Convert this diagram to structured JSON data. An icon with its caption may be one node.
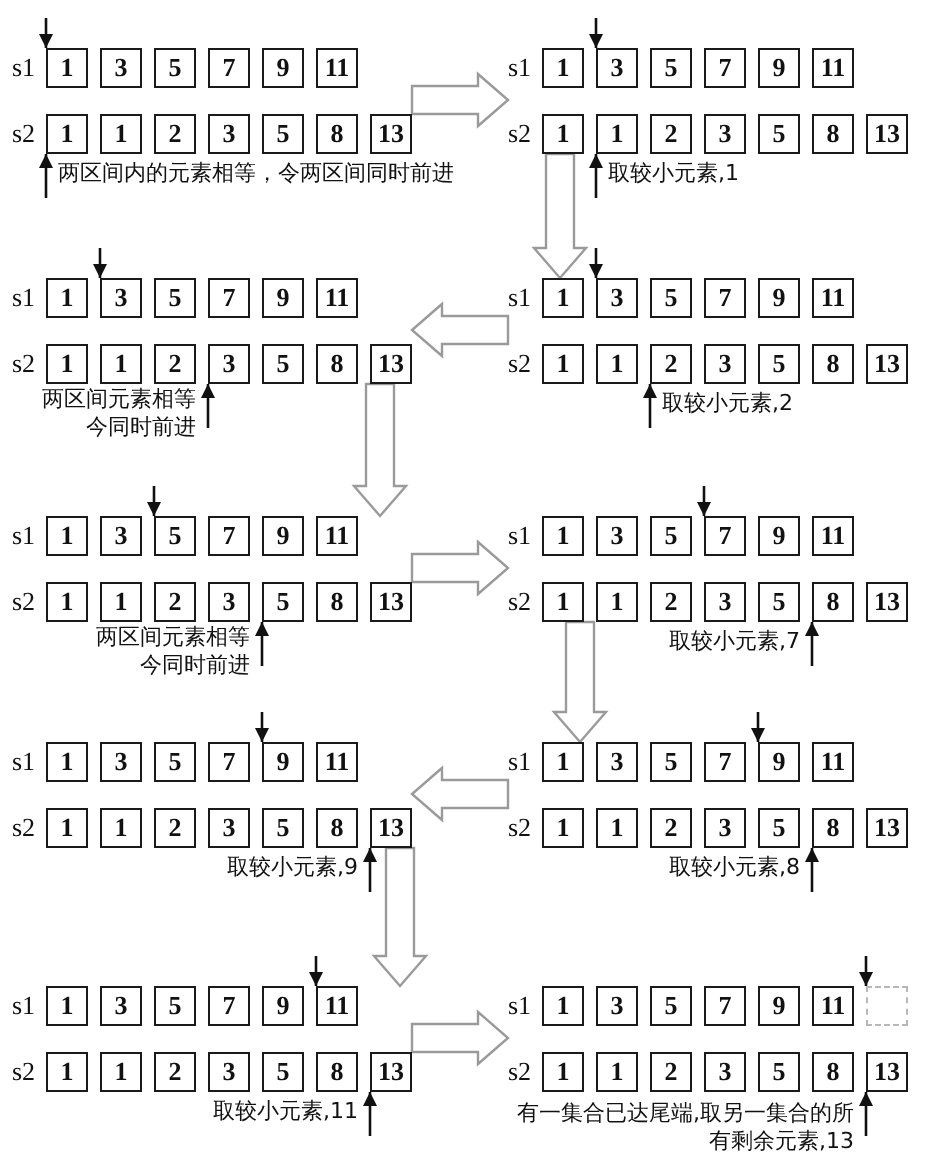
{
  "diagram": {
    "nodes": [
      {
        "text": [
          "两区间内的元素相等，令两区间同时前进"
        ]
      },
      {
        "text": [
          "s1"
        ],
        "in": 0
      },
      {
        "text": [
          "1"
        ],
        "in": 1
      },
      {
        "text": [
          "3"
        ],
        "in": 1
      },
      {
        "text": [
          "5"
        ],
        "in": 1
      },
      {
        "text": [
          "7"
        ],
        "in": 1
      },
      {
        "text": [
          "9"
        ],
        "in": 1
      },
      {
        "text": [
          "11"
        ],
        "in": 1
      },
      {
        "text": [
          "s2"
        ],
        "in": 0
      },
      {
        "text": [
          "1"
        ],
        "in": 8
      },
      {
        "text": [
          "1"
        ],
        "in": 8
      },
      {
        "text": [
          "2"
        ],
        "in": 8
      },
      {
        "text": [
          "3"
        ],
        "in": 8
      },
      {
        "text": [
          "5"
        ],
        "in": 8
      },
      {
        "text": [
          "8"
        ],
        "in": 8
      },
      {
        "text": [
          "13"
        ],
        "in": 8
      },
      {
        "text": [
          "取较小元素,1"
        ]
      },
      {
        "text": [
          "s1"
        ],
        "in": 16
      },
      {
        "text": [
          "1"
        ],
        "in": 17
      },
      {
        "text": [
          "3"
        ],
        "in": 17
      },
      {
        "text": [
          "5"
        ],
        "in": 17
      },
      {
        "text": [
          "7"
        ],
        "in": 17
      },
      {
        "text": [
          "9"
        ],
        "in": 17
      },
      {
        "text": [
          "11"
        ],
        "in": 17
      },
      {
        "text": [
          "s2"
        ],
        "in": 16
      },
      {
        "text": [
          "1"
        ],
        "in": 24
      },
      {
        "text": [
          "1"
        ],
        "in": 24
      },
      {
        "text": [
          "2"
        ],
        "in": 24
      },
      {
        "text": [
          "3"
        ],
        "in": 24
      },
      {
        "text": [
          "5"
        ],
        "in": 24
      },
      {
        "text": [
          "8"
        ],
        "in": 24
      },
      {
        "text": [
          "13"
        ],
        "in": 24
      },
      {
        "text": [
          "两区间元素相等今同时前进"
        ]
      },
      {
        "text": [
          "s1"
        ],
        "in": 32
      },
      {
        "text": [
          "1"
        ],
        "in": 33
      },
      {
        "text": [
          "3"
        ],
        "in": 33
      },
      {
        "text": [
          "5"
        ],
        "in": 33
      },
      {
        "text": [
          "7"
        ],
        "in": 33
      },
      {
        "text": [
          "9"
        ],
        "in": 33
      },
      {
        "text": [
          "11"
        ],
        "in": 33
      },
      {
        "text": [
          "s2"
        ],
        "in": 32
      },
      {
        "text": [
          "1"
        ],
        "in": 40
      },
      {
        "text": [
          "1"
        ],
        "in": 40
      },
      {
        "text": [
          "2"
        ],
        "in": 40
      },
      {
        "text": [
          "3"
        ],
        "in": 40
      },
      {
        "text": [
          "5"
        ],
        "in": 40
      },
      {
        "text": [
          "8"
        ],
        "in": 40
      },
      {
        "text": [
          "13"
        ],
        "in": 40
      },
      {
        "text": [
          "取较小元素,2"
        ]
      },
      {
        "text": [
          "s1"
        ],
        "in": 48
      },
      {
        "text": [
          "1"
        ],
        "in": 49
      },
      {
        "text": [
          "3"
        ],
        "in": 49
      },
      {
        "text": [
          "5"
        ],
        "in": 49
      },
      {
        "text": [
          "7"
        ],
        "in": 49
      },
      {
        "text": [
          "9"
        ],
        "in": 49
      },
      {
        "text": [
          "11"
        ],
        "in": 49
      },
      {
        "text": [
          "s2"
        ],
        "in": 48
      },
      {
        "text": [
          "1"
        ],
        "in": 56
      },
      {
        "text": [
          "1"
        ],
        "in": 56
      },
      {
        "text": [
          "2"
        ],
        "in": 56
      },
      {
        "text": [
          "3"
        ],
        "in": 56
      },
      {
        "text": [
          "5"
        ],
        "in": 56
      },
      {
        "text": [
          "8"
        ],
        "in": 56
      },
      {
        "text": [
          "13"
        ],
        "in": 56
      },
      {
        "text": [
          "两区间元素相等今同时前进"
        ]
      },
      {
        "text": [
          "s1"
        ],
        "in": 64
      },
      {
        "text": [
          "1"
        ],
        "in": 65
      },
      {
        "text": [
          "3"
        ],
        "in": 65
      },
      {
        "text": [
          "5"
        ],
        "in": 65
      },
      {
        "text": [
          "7"
        ],
        "in": 65
      },
      {
        "text": [
          "9"
        ],
        "in": 65
      },
      {
        "text": [
          "11"
        ],
        "in": 65
      },
      {
        "text": [
          "s2"
        ],
        "in": 64
      },
      {
        "text": [
          "1"
        ],
        "in": 72
      },
      {
        "text": [
          "1"
        ],
        "in": 72
      },
      {
        "text": [
          "2"
        ],
        "in": 72
      },
      {
        "text": [
          "3"
        ],
        "in": 72
      },
      {
        "text": [
          "5"
        ],
        "in": 72
      },
      {
        "text": [
          "8"
        ],
        "in": 72
      },
      {
        "text": [
          "13"
        ],
        "in": 72
      },
      {
        "text": [
          "取较小元素,7"
        ]
      },
      {
        "text": [
          "s1"
        ],
        "in": 80
      },
      {
        "text": [
          "1"
        ],
        "in": 81
      },
      {
        "text": [
          "3"
        ],
        "in": 81
      },
      {
        "text": [
          "5"
        ],
        "in": 81
      },
      {
        "text": [
          "7"
        ],
        "in": 81
      },
      {
        "text": [
          "9"
        ],
        "in": 81
      },
      {
        "text": [
          "11"
        ],
        "in": 81
      },
      {
        "text": [
          "s2"
        ],
        "in": 80
      },
      {
        "text": [
          "1"
        ],
        "in": 88
      },
      {
        "text": [
          "1"
        ],
        "in": 88
      },
      {
        "text": [
          "2"
        ],
        "in": 88
      },
      {
        "text": [
          "3"
        ],
        "in": 88
      },
      {
        "text": [
          "5"
        ],
        "in": 88
      },
      {
        "text": [
          "8"
        ],
        "in": 88
      },
      {
        "text": [
          "13"
        ],
        "in": 88
      },
      {
        "text": [
          "取较小元素,9"
        ]
      },
      {
        "text": [
          "s1"
        ],
        "in": 96
      },
      {
        "text": [
          "1"
        ],
        "in": 97
      },
      {
        "text": [
          "3"
        ],
        "in": 97
      },
      {
        "text": [
          "5"
        ],
        "in": 97
      },
      {
        "text": [
          "7"
        ],
        "in": 97
      },
      {
        "text": [
          "9"
        ],
        "in": 97
      },
      {
        "text": [
          "11"
        ],
        "in": 97
      },
      {
        "text": [
          "s2"
        ],
        "in": 96
      },
      {
        "text": [
          "1"
        ],
        "in": 104
      },
      {
        "text": [
          "1"
        ],
        "in": 104
      },
      {
        "text": [
          "2"
        ],
        "in": 104
      },
      {
        "text": [
          "3"
        ],
        "in": 104
      },
      {
        "text": [
          "5"
        ],
        "in": 104
      },
      {
        "text": [
          "8"
        ],
        "in": 104
      },
      {
        "text": [
          "13"
        ],
        "in": 104
      },
      {
        "text": [
          "取较小元素,8"
        ]
      },
      {
        "text": [
          "s1"
        ],
        "in": 112
      },
      {
        "text": [
          "1"
        ],
        "in": 113
      },
      {
        "text": [
          "3"
        ],
        "in": 113
      },
      {
        "text": [
          "5"
        ],
        "in": 113
      },
      {
        "text": [
          "7"
        ],
        "in": 113
      },
      {
        "text": [
          "9"
        ],
        "in": 113
      },
      {
        "text": [
          "11"
        ],
        "in": 113
      },
      {
        "text": [
          "s2"
        ],
        "in": 112
      },
      {
        "text": [
          "1"
        ],
        "in": 120
      },
      {
        "text": [
          "1"
        ],
        "in": 120
      },
      {
        "text": [
          "2"
        ],
        "in": 120
      },
      {
        "text": [
          "3"
        ],
        "in": 120
      },
      {
        "text": [
          "5"
        ],
        "in": 120
      },
      {
        "text": [
          "8"
        ],
        "in": 120
      },
      {
        "text": [
          "13"
        ],
        "in": 120
      },
      {
        "text": [
          "取较小元素,11"
        ]
      },
      {
        "text": [
          "s1"
        ],
        "in": 128
      },
      {
        "text": [
          "1"
        ],
        "in": 129
      },
      {
        "text": [
          "3"
        ],
        "in": 129
      },
      {
        "text": [
          "5"
        ],
        "in": 129
      },
      {
        "text": [
          "7"
        ],
        "in": 129
      },
      {
        "text": [
          "9"
        ],
        "in": 129
      },
      {
        "text": [
          "11"
        ],
        "in": 129
      },
      {
        "text": [
          "s2"
        ],
        "in": 128
      },
      {
        "text": [
          "1"
        ],
        "in": 136
      },
      {
        "text": [
          "1"
        ],
        "in": 136
      },
      {
        "text": [
          "2"
        ],
        "in": 136
      },
      {
        "text": [
          "3"
        ],
        "in": 136
      },
      {
        "text": [
          "5"
        ],
        "in": 136
      },
      {
        "text": [
          "8"
        ],
        "in": 136
      },
      {
        "text": [
          "13"
        ],
        "in": 136
      },
      {
        "text": [
          "有一集合已达尾端,取另一集合的所有剩余元素,13"
        ]
      },
      {
        "text": [
          "s1"
        ],
        "in": 144
      },
      {
        "text": [
          "1"
        ],
        "in": 145
      },
      {
        "text": [
          "3"
        ],
        "in": 145
      },
      {
        "text": [
          "5"
        ],
        "in": 145
      },
      {
        "text": [
          "7"
        ],
        "in": 145
      },
      {
        "text": [
          "9"
        ],
        "in": 145
      },
      {
        "text": [
          "11"
        ],
        "in": 145
      },
      {
        "text": [],
        "shape": "box",
        "in": 145
      },
      {
        "text": [
          "s2"
        ],
        "in": 144
      },
      {
        "text": [
          "1"
        ],
        "in": 153
      },
      {
        "text": [
          "1"
        ],
        "in": 153
      },
      {
        "text": [
          "2"
        ],
        "in": 153
      },
      {
        "text": [
          "3"
        ],
        "in": 153
      },
      {
        "text": [
          "5"
        ],
        "in": 153
      },
      {
        "text": [
          "8"
        ],
        "in": 153
      },
      {
        "text": [
          "13"
        ],
        "in": 153
      }
    ],
    "edges": [
      {
        "from": 0,
        "to": 16,
        "arrow": "to",
        "style": "thick"
      },
      {
        "from": 16,
        "to": 48,
        "arrow": "to",
        "style": "thick"
      },
      {
        "from": 48,
        "to": 32,
        "arrow": "to",
        "style": "thick"
      },
      {
        "from": 32,
        "to": 64,
        "arrow": "to",
        "style": "thick"
      },
      {
        "from": 64,
        "to": 80,
        "arrow": "to",
        "style": "thick"
      },
      {
        "from": 80,
        "to": 112,
        "arrow": "to",
        "style": "thick"
      },
      {
        "from": 112,
        "to": 96,
        "arrow": "to",
        "style": "thick"
      },
      {
        "from": 96,
        "to": 128,
        "arrow": "to",
        "style": "thick"
      },
      {
        "from": 128,
        "to": 144,
        "arrow": "to",
        "style": "thick"
      },
      {
        "from": null,
        "to": 2,
        "arrow": "to"
      },
      {
        "from": null,
        "to": 9,
        "arrow": "to"
      },
      {
        "from": null,
        "to": 19,
        "arrow": "to"
      },
      {
        "from": null,
        "to": 26,
        "arrow": "to"
      },
      {
        "from": null,
        "to": 35,
        "arrow": "to"
      },
      {
        "from": null,
        "to": 44,
        "arrow": "to"
      },
      {
        "from": null,
        "to": 51,
        "arrow": "to"
      },
      {
        "from": null,
        "to": 59,
        "arrow": "to"
      },
      {
        "from": null,
        "to": 68,
        "arrow": "to"
      },
      {
        "from": null,
        "to": 77,
        "arrow": "to"
      },
      {
        "from": null,
        "to": 85,
        "arrow": "to"
      },
      {
        "from": null,
        "to": 94,
        "arrow": "to"
      },
      {
        "from": null,
        "to": 102,
        "arrow": "to"
      },
      {
        "from": null,
        "to": 111,
        "arrow": "to"
      },
      {
        "from": null,
        "to": 118,
        "arrow": "to"
      },
      {
        "from": null,
        "to": 126,
        "arrow": "to"
      },
      {
        "from": null,
        "to": 135,
        "arrow": "to"
      },
      {
        "from": null,
        "to": 143,
        "arrow": "to"
      },
      {
        "from": null,
        "to": 152,
        "arrow": "to"
      },
      {
        "from": null,
        "to": 160,
        "arrow": "to"
      }
    ]
  }
}
